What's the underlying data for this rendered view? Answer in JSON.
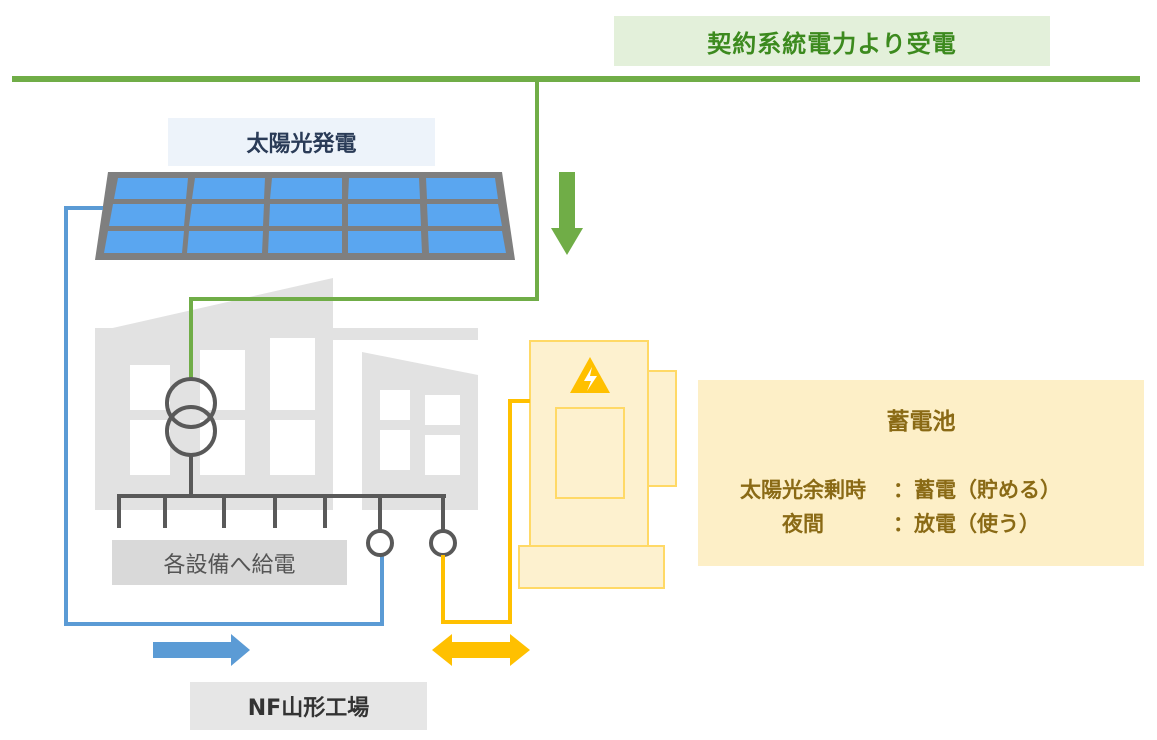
{
  "grid_label": "契約系統電力より受電",
  "solar_label": "太陽光発電",
  "battery": {
    "title": "蓄電池",
    "row1_label": "太陽光余剰時",
    "row1_value": "：蓄電（貯める）",
    "row2_label": "夜間",
    "row2_value": "：放電（使う）"
  },
  "supply_label": "各設備へ給電",
  "factory_label": "NF山形工場",
  "colors": {
    "grid_green": "#70ad47",
    "solar_blue": "#5b9bd5",
    "battery_yellow": "#ffc000",
    "battery_body": "#fdf1cf",
    "factory_gray": "#d9d9d9"
  },
  "icons": [
    "solar-panel-icon",
    "factory-building-icon",
    "transformer-icon",
    "battery-unit-icon",
    "warning-icon"
  ]
}
